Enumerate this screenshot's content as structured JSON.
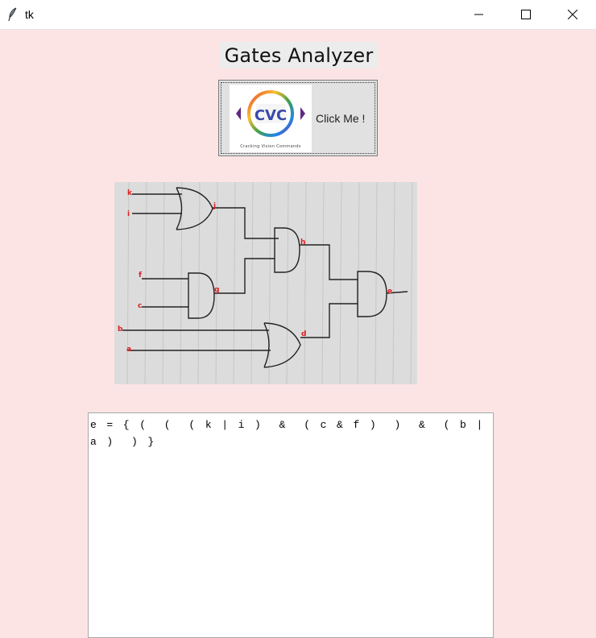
{
  "window": {
    "title": "tk",
    "icon": "feather-icon",
    "controls": [
      "minimize-icon",
      "maximize-icon",
      "close-icon"
    ]
  },
  "app": {
    "title": "Gates Analyzer",
    "button_label": "Click Me !"
  },
  "logo": {
    "text": "CVC",
    "subtext": "Cracking Vision Commands"
  },
  "circuit": {
    "labels": [
      "k",
      "i",
      "j",
      "h",
      "f",
      "g",
      "c",
      "e",
      "b",
      "d",
      "a"
    ]
  },
  "output": {
    "expression": "e = { (  (  ( k | i )  &  ( c & f )  )  &  ( b | a )  ) }"
  }
}
